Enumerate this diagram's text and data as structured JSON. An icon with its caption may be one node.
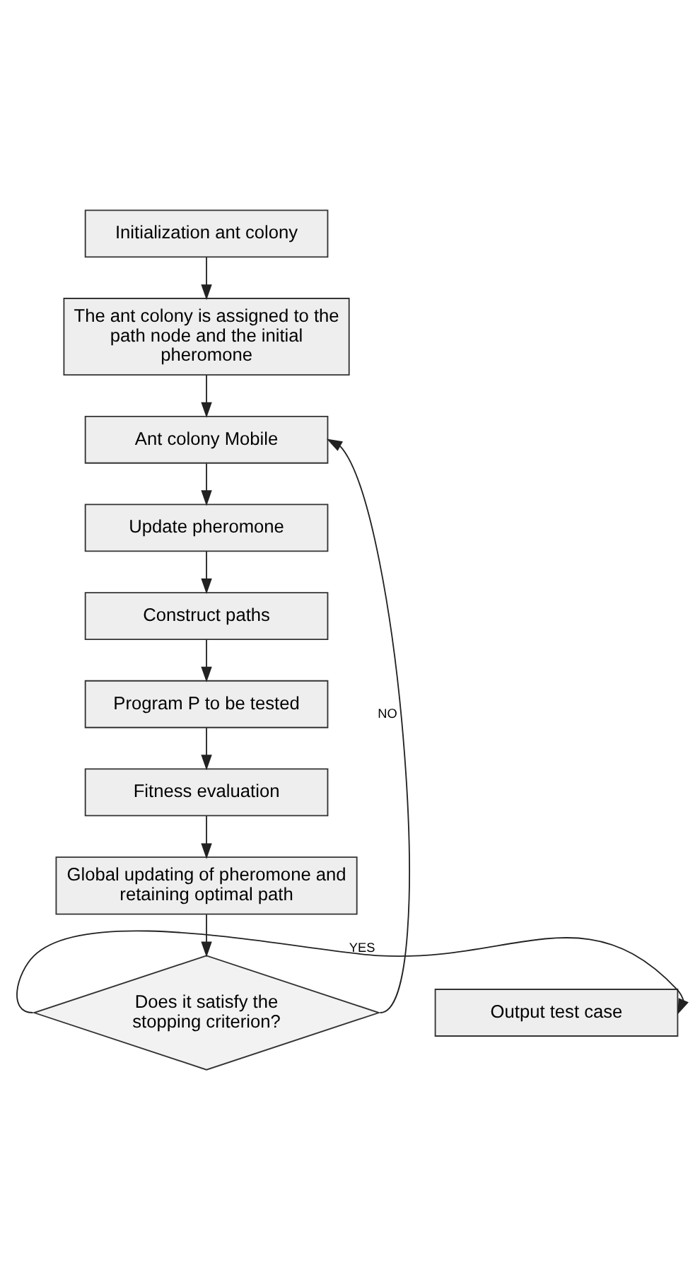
{
  "diagram": {
    "nodes": [
      {
        "text": [
          "Initialization ant colony"
        ]
      },
      {
        "text": [
          "The ant colony is assigned to the path node and the initial pheromone"
        ]
      },
      {
        "text": [
          "Ant colony Mobile"
        ]
      },
      {
        "text": [
          "Update pheromone"
        ]
      },
      {
        "text": [
          "Construct paths"
        ]
      },
      {
        "text": [
          "Program P to be tested"
        ]
      },
      {
        "text": [
          "Fitness evaluation"
        ]
      },
      {
        "text": [
          "Global updating of pheromone and retaining optimal path"
        ]
      },
      {
        "text": [
          "Does it satisfy the stopping criterion?"
        ]
      },
      {
        "text": [
          "Output test case"
        ]
      }
    ],
    "edges": [
      {
        "from": 0,
        "to": 1,
        "arrow": "to"
      },
      {
        "from": 1,
        "to": 2,
        "arrow": "to"
      },
      {
        "from": 2,
        "to": 3,
        "arrow": "to"
      },
      {
        "from": 3,
        "to": 4,
        "arrow": "to"
      },
      {
        "from": 4,
        "to": 5,
        "arrow": "to"
      },
      {
        "from": 5,
        "to": 6,
        "arrow": "to"
      },
      {
        "from": 6,
        "to": 7,
        "arrow": "to"
      },
      {
        "from": 7,
        "to": 8,
        "arrow": "to"
      },
      {
        "from": 8,
        "to": 9,
        "label": "YES",
        "arrow": "to"
      },
      {
        "from": 8,
        "to": 2,
        "label": "NO",
        "arrow": "to"
      }
    ]
  }
}
